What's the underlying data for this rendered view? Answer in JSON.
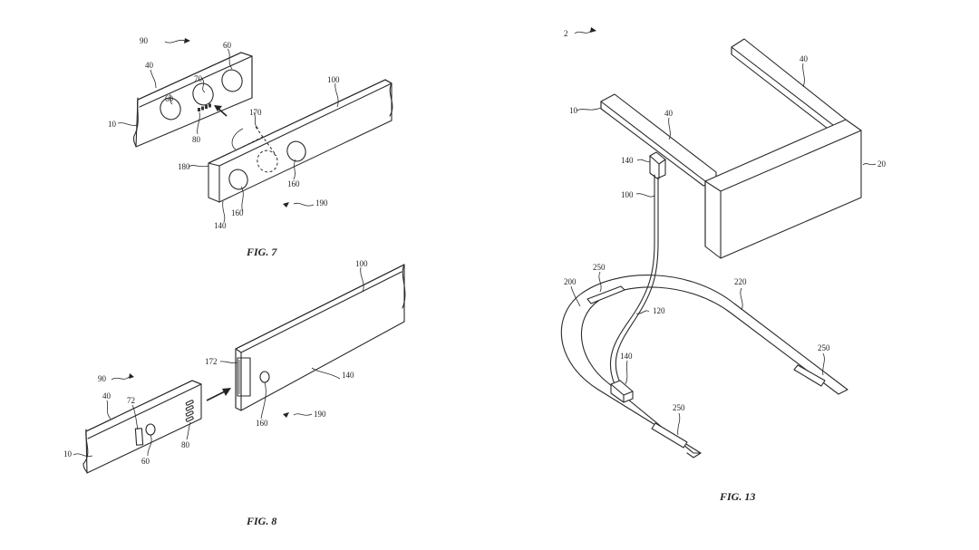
{
  "figures": [
    {
      "id": "fig7",
      "caption": "FIG. 7",
      "labels": {
        "l90": "90",
        "l40": "40",
        "l60a": "60",
        "l70": "70",
        "l60b": "60",
        "l10": "10",
        "l80": "80",
        "l100": "100",
        "l170": "170",
        "l180": "180",
        "l160a": "160",
        "l160b": "160",
        "l140": "140",
        "l190": "190"
      }
    },
    {
      "id": "fig8",
      "caption": "FIG. 8",
      "labels": {
        "l100": "100",
        "l172": "172",
        "l140": "140",
        "l90": "90",
        "l40": "40",
        "l72": "72",
        "l10": "10",
        "l60": "60",
        "l80": "80",
        "l160": "160",
        "l190": "190"
      }
    },
    {
      "id": "fig13",
      "caption": "FIG. 13",
      "labels": {
        "l2": "2",
        "l40a": "40",
        "l10": "10",
        "l40b": "40",
        "l140a": "140",
        "l20": "20",
        "l100": "100",
        "l250a": "250",
        "l200": "200",
        "l220": "220",
        "l120": "120",
        "l140b": "140",
        "l250b": "250",
        "l250c": "250"
      }
    }
  ]
}
